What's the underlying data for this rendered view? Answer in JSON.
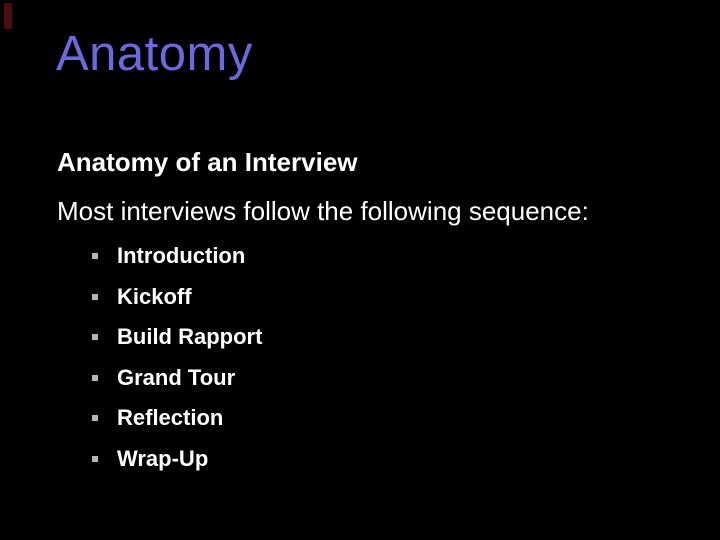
{
  "slide": {
    "title": "Anatomy",
    "heading": "Anatomy of an Interview",
    "intro": "Most interviews follow the following sequence:",
    "bullets": [
      "Introduction",
      "Kickoff",
      "Build Rapport",
      "Grand Tour",
      "Reflection",
      "Wrap-Up"
    ],
    "bullet_marker_glyph": "▪",
    "colors": {
      "background": "#000000",
      "title": "#6c69e0",
      "body_text": "#ffffff",
      "bullet_marker": "#b5b5b5",
      "corner_mark": "#4a0e0e"
    }
  }
}
